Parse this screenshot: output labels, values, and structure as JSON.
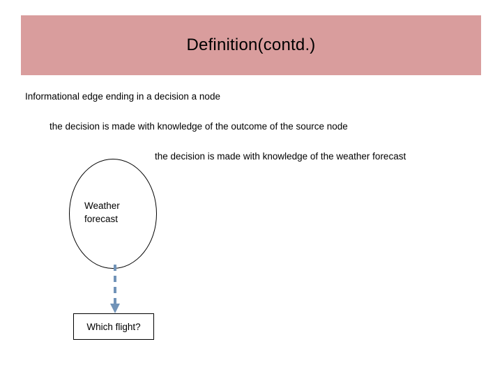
{
  "slide": {
    "title": "Definition(contd.)",
    "title_band_color": "#d99d9d",
    "body_lines": [
      "Informational edge ending in a decision a node",
      "the decision is made with knowledge of the outcome of the source node",
      "the decision is made with knowledge of the weather forecast"
    ]
  },
  "diagram": {
    "chance_node": {
      "label": "Weather\nforecast",
      "label_line1": "Weather",
      "label_line2": "forecast",
      "shape": "ellipse",
      "outline_color": "#000000"
    },
    "decision_node": {
      "label": "Which flight?",
      "shape": "rectangle",
      "outline_color": "#000000"
    },
    "edge": {
      "style": "dashed",
      "color": "#7193b8",
      "arrow": "down",
      "from": "Weather forecast",
      "to": "Which flight?"
    }
  }
}
